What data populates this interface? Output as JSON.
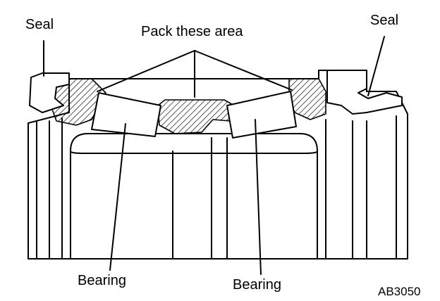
{
  "labels": {
    "seal_left": "Seal",
    "seal_right": "Seal",
    "pack_area": "Pack these area",
    "bearing_left": "Bearing",
    "bearing_right": "Bearing",
    "figure_code": "AB3050"
  },
  "colors": {
    "ink": "#000000",
    "background": "#ffffff"
  }
}
